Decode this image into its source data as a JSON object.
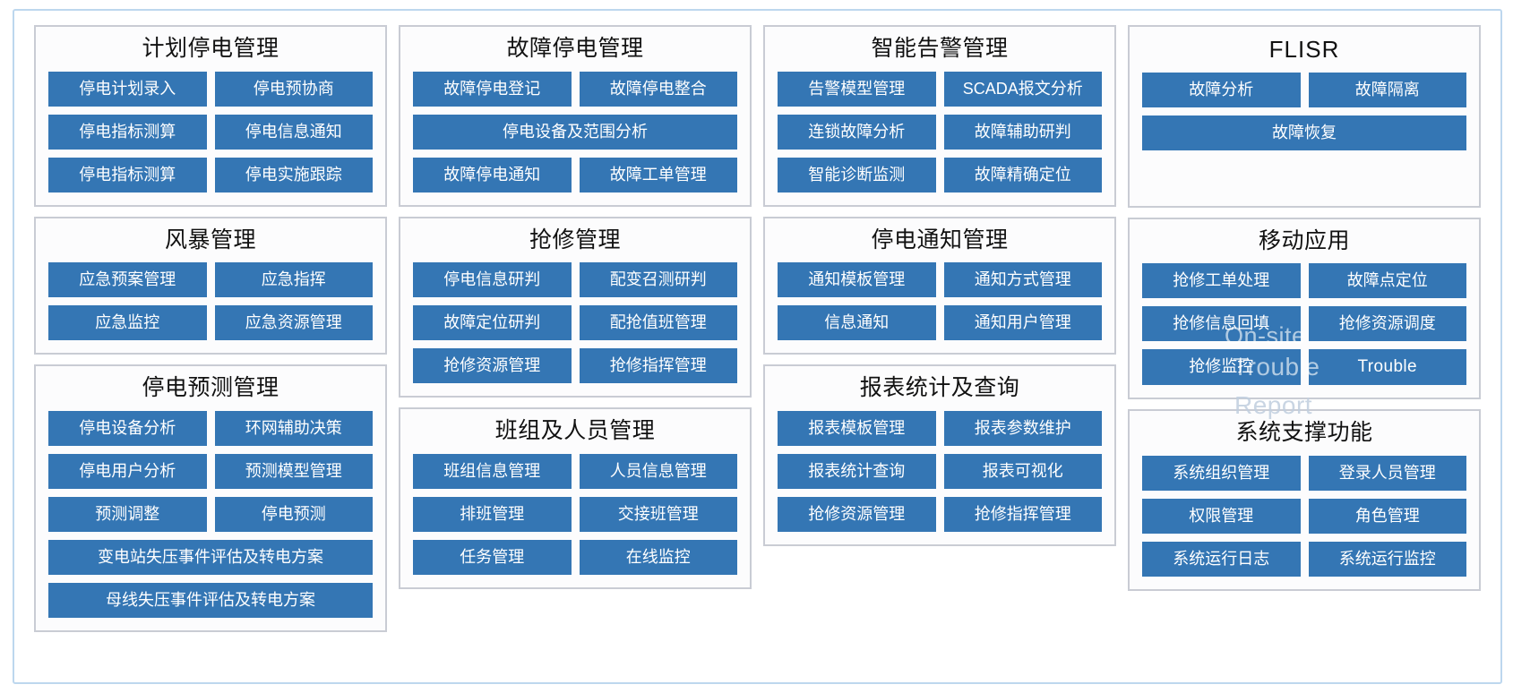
{
  "overlay": {
    "on_site": "On-site",
    "trouble": "Trouble",
    "report": "Report"
  },
  "columns": [
    {
      "name": "column-1",
      "panels": [
        {
          "id": "planned-outage-management",
          "title": "计划停电管理",
          "rows": [
            [
              "停电计划录入",
              "停电预协商"
            ],
            [
              "停电指标测算",
              "停电信息通知"
            ],
            [
              "停电指标测算",
              "停电实施跟踪"
            ]
          ]
        },
        {
          "id": "storm-management",
          "title": "风暴管理",
          "rows": [
            [
              "应急预案管理",
              "应急指挥"
            ],
            [
              "应急监控",
              "应急资源管理"
            ]
          ]
        },
        {
          "id": "outage-forecast-management",
          "title": "停电预测管理",
          "rows": [
            [
              "停电设备分析",
              "环网辅助决策"
            ],
            [
              "停电用户分析",
              "预测模型管理"
            ],
            [
              "预测调整",
              "停电预测"
            ],
            [
              "变电站失压事件评估及转电方案"
            ],
            [
              "母线失压事件评估及转电方案"
            ]
          ]
        }
      ]
    },
    {
      "name": "column-2",
      "panels": [
        {
          "id": "fault-outage-management",
          "title": "故障停电管理",
          "rows": [
            [
              "故障停电登记",
              "故障停电整合"
            ],
            [
              "停电设备及范围分析"
            ],
            [
              "故障停电通知",
              "故障工单管理"
            ]
          ]
        },
        {
          "id": "emergency-repair-management",
          "title": "抢修管理",
          "rows": [
            [
              "停电信息研判",
              "配变召测研判"
            ],
            [
              "故障定位研判",
              "配抢值班管理"
            ],
            [
              "抢修资源管理",
              "抢修指挥管理"
            ]
          ]
        },
        {
          "id": "team-and-personnel-management",
          "title": "班组及人员管理",
          "rows": [
            [
              "班组信息管理",
              "人员信息管理"
            ],
            [
              "排班管理",
              "交接班管理"
            ],
            [
              "任务管理",
              "在线监控"
            ]
          ]
        }
      ]
    },
    {
      "name": "column-3",
      "panels": [
        {
          "id": "intelligent-alarm-management",
          "title": "智能告警管理",
          "rows": [
            [
              "告警模型管理",
              "SCADA报文分析"
            ],
            [
              "连锁故障分析",
              "故障辅助研判"
            ],
            [
              "智能诊断监测",
              "故障精确定位"
            ]
          ]
        },
        {
          "id": "outage-notification-management",
          "title": "停电通知管理",
          "rows": [
            [
              "通知模板管理",
              "通知方式管理"
            ],
            [
              "信息通知",
              "通知用户管理"
            ]
          ]
        },
        {
          "id": "report-statistics-and-query",
          "title": "报表统计及查询",
          "rows": [
            [
              "报表模板管理",
              "报表参数维护"
            ],
            [
              "报表统计查询",
              "报表可视化"
            ],
            [
              "抢修资源管理",
              "抢修指挥管理"
            ]
          ]
        }
      ]
    },
    {
      "name": "column-4",
      "panels": [
        {
          "id": "flisr",
          "title": "FLISR",
          "title_latin": true,
          "rows": [
            [
              "故障分析",
              "故障隔离"
            ],
            [
              "故障恢复"
            ]
          ]
        },
        {
          "id": "mobile-application",
          "title": "移动应用",
          "rows": [
            [
              "抢修工单处理",
              "故障点定位"
            ],
            [
              "抢修信息回填",
              "抢修资源调度"
            ],
            [
              "抢修监控",
              "Trouble"
            ]
          ]
        },
        {
          "id": "system-support-functions",
          "title": "系统支撑功能",
          "rows": [
            [
              "系统组织管理",
              "登录人员管理"
            ],
            [
              "权限管理",
              "角色管理"
            ],
            [
              "系统运行日志",
              "系统运行监控"
            ]
          ]
        }
      ]
    }
  ]
}
